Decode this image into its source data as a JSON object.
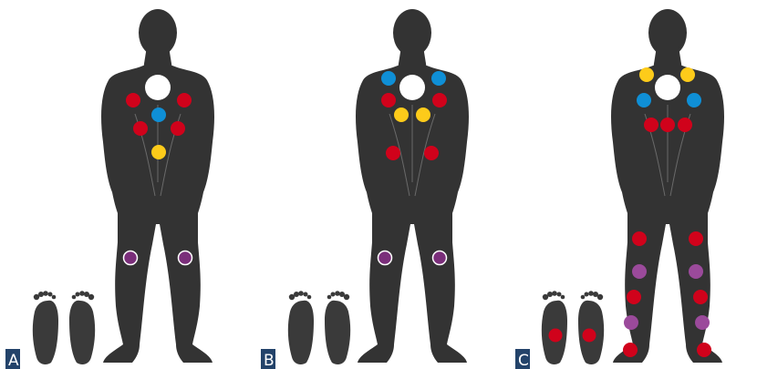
{
  "panels": [
    {
      "label": "A"
    },
    {
      "label": "B"
    },
    {
      "label": "C"
    }
  ],
  "colors": {
    "red": "#d0021b",
    "blue": "#0f8fd6",
    "yellow": "#fdcb1a",
    "purple": "#7a2e7a",
    "purple_light": "#9b4a9b",
    "silhouette": "#333333",
    "label_box": "#23436a"
  }
}
